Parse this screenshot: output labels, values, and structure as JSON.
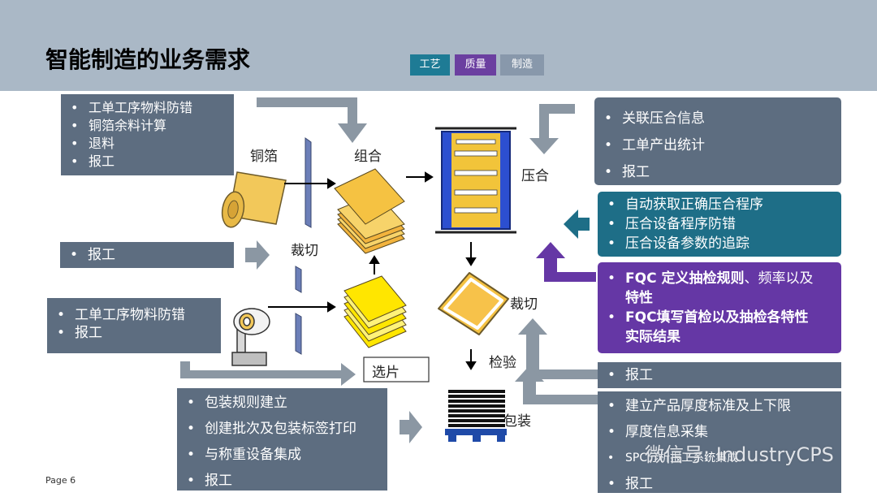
{
  "header": {
    "title": "智能制造的业务需求"
  },
  "tabs": [
    {
      "label": "工艺"
    },
    {
      "label": "质量"
    },
    {
      "label": "制造"
    }
  ],
  "boxes": {
    "top_left": [
      "工单工序物料防错",
      "铜箔余料计算",
      "退料",
      "报工"
    ],
    "mid_left": [
      "报工"
    ],
    "bottom_left": [
      "工单工序物料防错",
      "报工"
    ],
    "bottom_center": [
      "包装规则建立",
      "创建批次及包装标签打印",
      "与称重设备集成",
      "报工"
    ],
    "right_top": [
      "关联压合信息",
      "工单产出统计",
      "报工"
    ],
    "right_teal": [
      "自动获取正确压合程序",
      "压合设备程序防错",
      "压合设备参数的追踪"
    ],
    "right_purple_1a": "FQC 定义",
    "right_purple_1b": "抽检规则",
    "right_purple_1c": "、频率以及",
    "right_purple_1d": "特性",
    "right_purple_2a": "FQC填写首检以及抽检各",
    "right_purple_2b": "特性",
    "right_purple_2c": "实际结果",
    "right_report": [
      "报工"
    ],
    "right_bottom": [
      "建立产品厚度标准及上下限",
      "厚度信息采集",
      "SPC分析报工系统集成",
      "报工"
    ]
  },
  "labels": {
    "copper": "铜箔",
    "combine": "组合",
    "press": "压合",
    "cut1": "裁切",
    "cut2": "裁切",
    "select": "选片",
    "inspect": "检验",
    "package": "包装"
  },
  "watermark": "微信号: IndustryCPS",
  "footer": {
    "page": "Page 6"
  },
  "colors": {
    "header": "#aab8c6",
    "box": "#5d6d80",
    "teal": "#1e6e87",
    "purple": "#6537a5",
    "gold": "#f5c242",
    "yellow": "#ffe600",
    "blue": "#2b5bd6"
  }
}
